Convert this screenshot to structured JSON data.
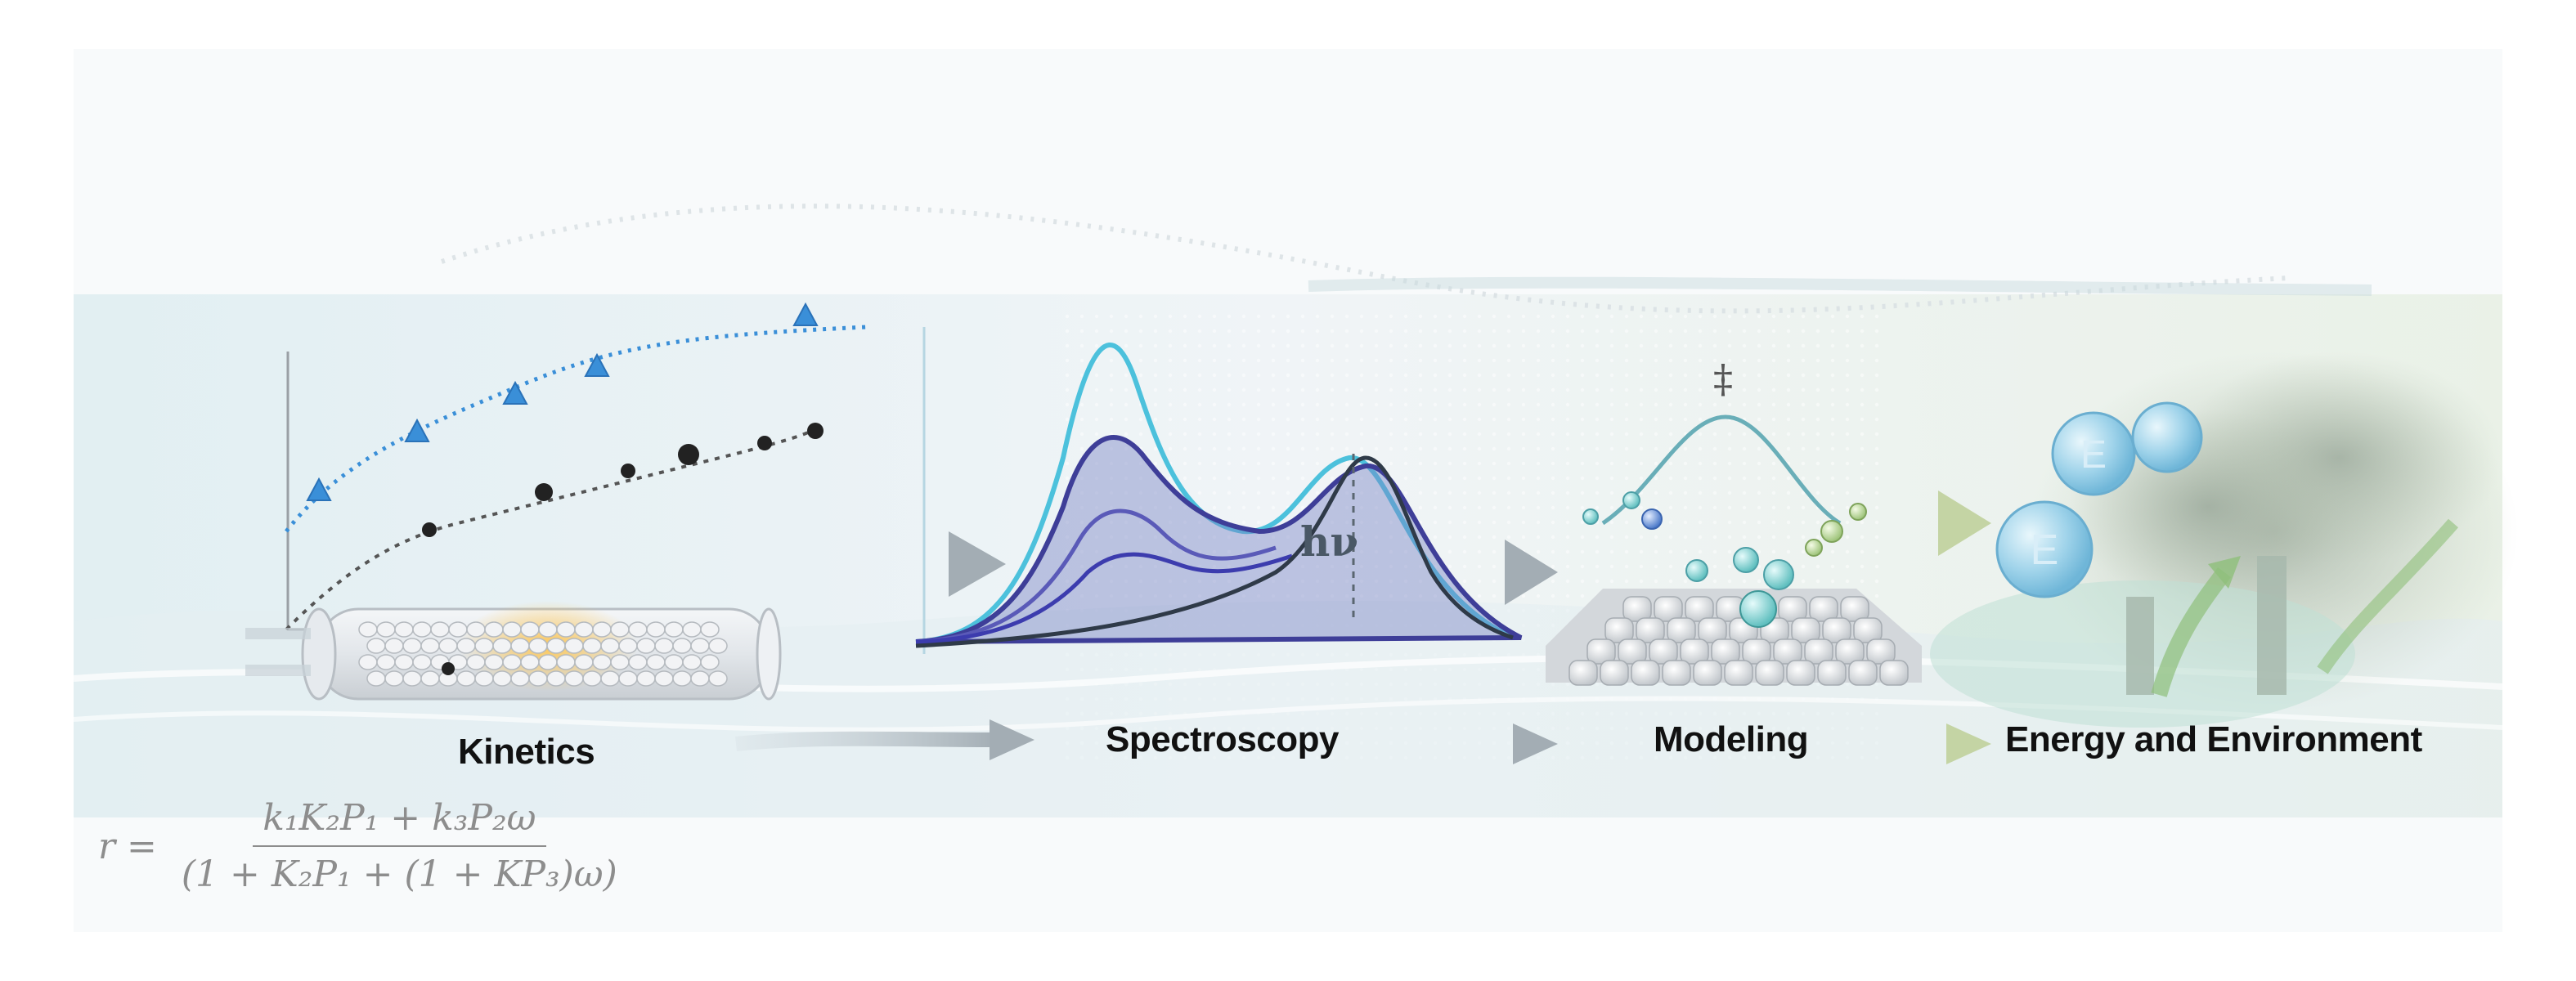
{
  "stages": [
    {
      "id": "kinetics",
      "label": "Kinetics"
    },
    {
      "id": "spectroscopy",
      "label": "Spectroscopy"
    },
    {
      "id": "modeling",
      "label": "Modeling"
    },
    {
      "id": "energy",
      "label": "Energy and Environment"
    }
  ],
  "formula": {
    "lhs": "r =",
    "numerator": "k₁K₂P₁ + k₃P₂ω",
    "denominator": "(1 + K₂P₁ + (1 + KP₃)ω)"
  },
  "spectrum_annotation": "hν",
  "transition_state_symbol": "‡",
  "energy_symbol": "E",
  "colors": {
    "accent_blue": "#3a8fd8",
    "dark_series": "#2b2b2b",
    "spectrum_violet": "#5a5ab8",
    "spectrum_cyan": "#4cc1dc",
    "adsorbate_teal": "#6cc9c9",
    "smoke_green": "#a8bba0"
  }
}
